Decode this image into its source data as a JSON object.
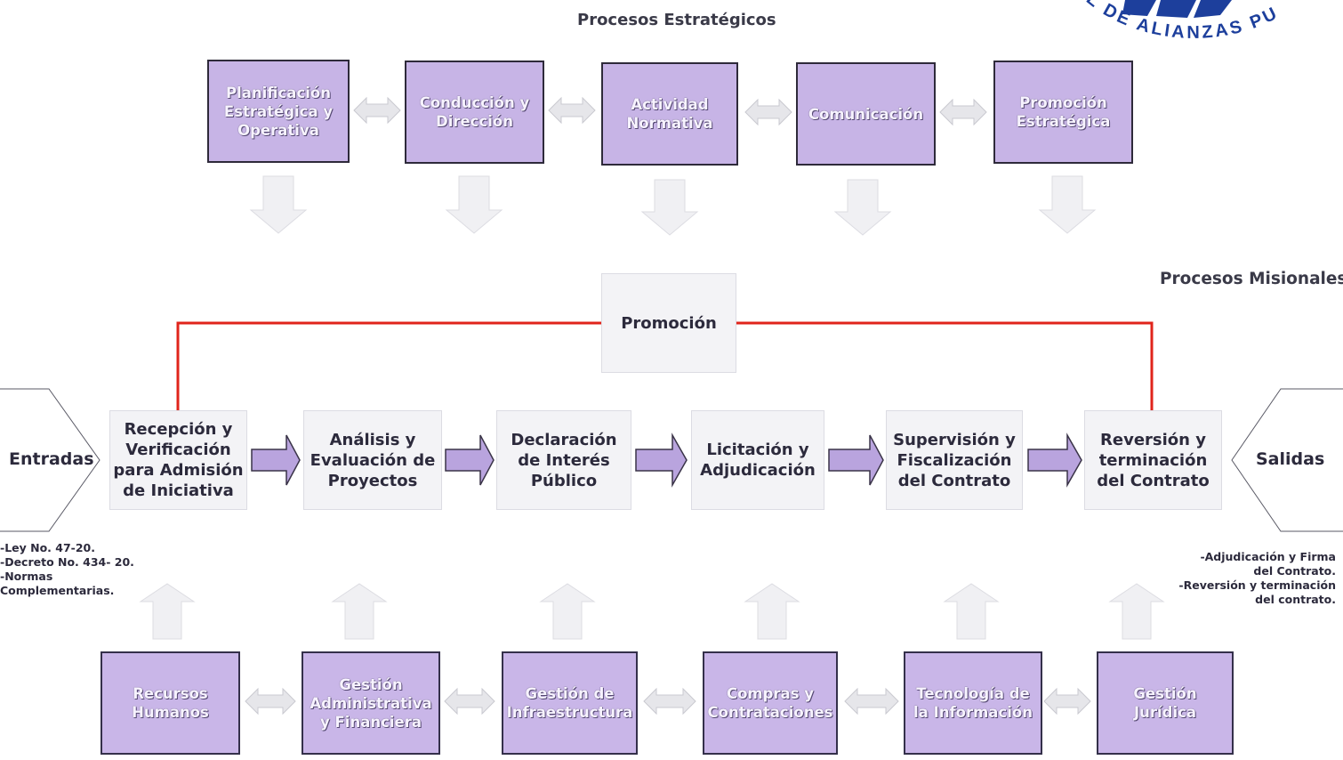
{
  "seal_text": "ERAL DE ALIANZAS PU",
  "headings": {
    "strategic": "Procesos Estratégicos",
    "missional": "Procesos Misionales"
  },
  "strategic": [
    "Planificación\nEstratégica y\nOperativa",
    "Conducción y\nDirección",
    "Actividad\nNormativa",
    "Comunicación",
    "Promoción\nEstratégica"
  ],
  "promotion": "Promoción",
  "missional": [
    "Recepción y\nVerificación\npara Admisión\nde Iniciativa",
    "Análisis y\nEvaluación de\nProyectos",
    "Declaración\nde Interés\nPúblico",
    "Licitación y\nAdjudicación",
    "Supervisión y\nFiscalización\ndel Contrato",
    "Reversión y\nterminación\ndel Contrato"
  ],
  "inputs": {
    "label": "Entradas",
    "notes": "-Ley No. 47-20.\n-Decreto No. 434- 20.\n-Normas\nComplementarias."
  },
  "outputs": {
    "label": "Salidas",
    "notes": "-Adjudicación y Firma\ndel Contrato.\n-Reversión y terminación\ndel contrato."
  },
  "support": [
    "Recursos\nHumanos",
    "Gestión\nAdministrativa\ny Financiera",
    "Gestión de\nInfraestructura",
    "Compras y\nContrataciones",
    "Tecnología de\nla Información",
    "Gestión\nJurídica"
  ],
  "colors": {
    "process_fill": "#c7b4e6",
    "connector_red": "#e0241b",
    "flow_arrow": "#b9a4de"
  }
}
